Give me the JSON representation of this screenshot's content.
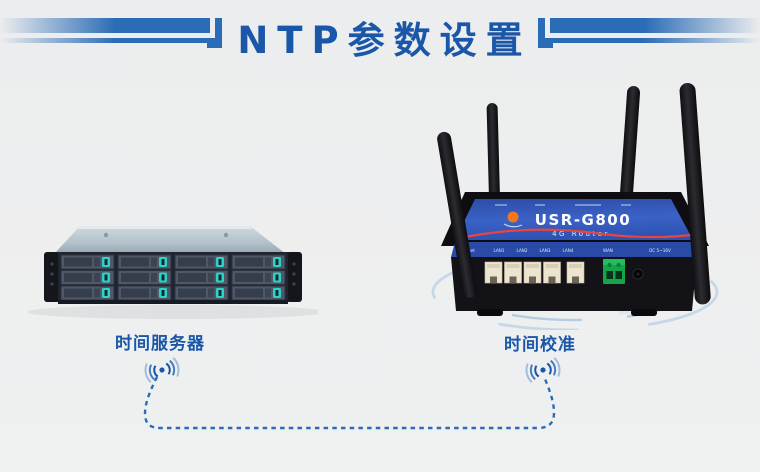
{
  "page": {
    "background_color": "#ecedee"
  },
  "header": {
    "title": "NTP参数设置",
    "title_color": "#1b57a8",
    "accent_color": "#2b6cb6"
  },
  "diagram": {
    "server": {
      "label": "时间服务器"
    },
    "router": {
      "label": "时间校准",
      "model": "USR-G800",
      "subtitle": "4G Router",
      "port_labels": [
        "Reset",
        "LAN1",
        "LAN2",
        "LAN3",
        "LAN4",
        "WAN",
        "DC 5~16V"
      ]
    },
    "colors": {
      "connection_line": "#2a6cb5",
      "ripple": "#8fb2d6",
      "router_panel": "#3a62c6",
      "router_stripe": "#e8453e",
      "logo_orange": "#f2761d",
      "drive_latch_teal": "#2ed3c6",
      "terminal_green": "#16a34a"
    }
  }
}
